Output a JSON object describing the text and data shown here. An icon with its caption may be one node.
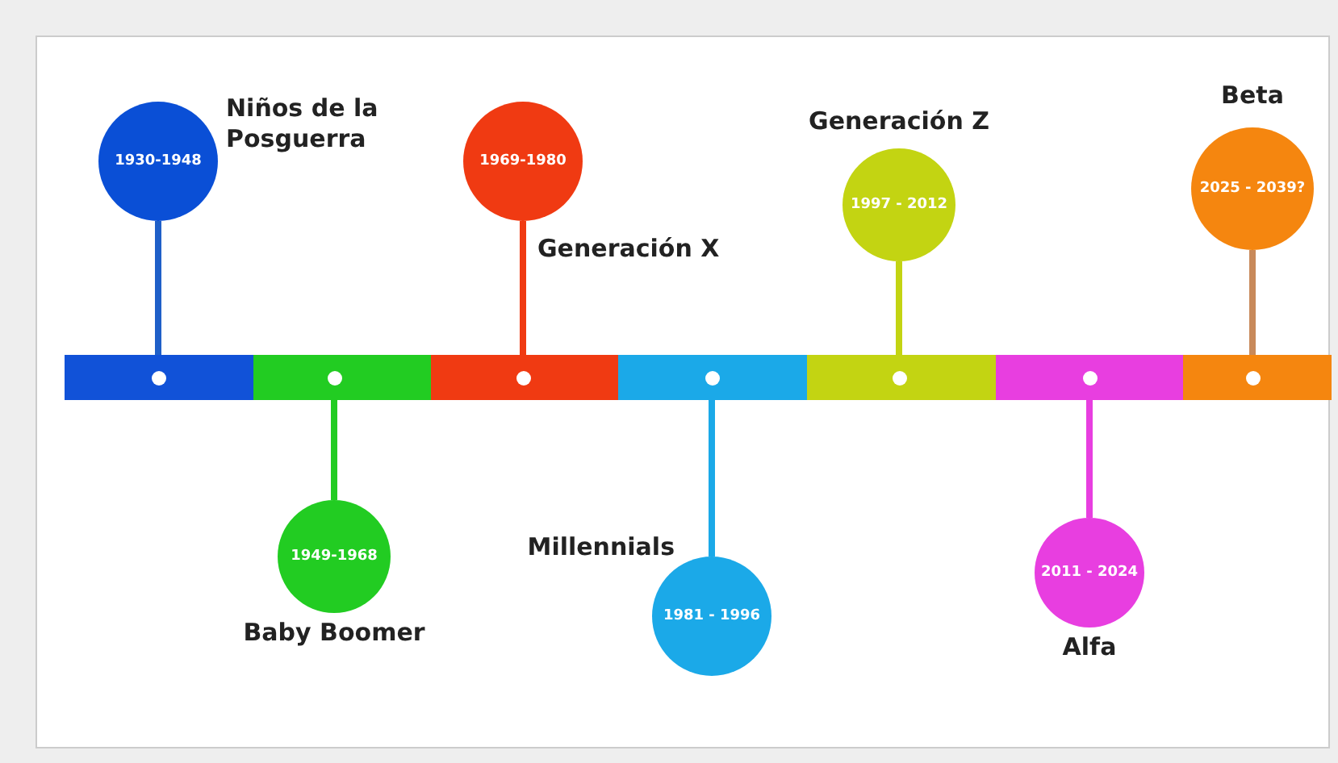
{
  "diagram": {
    "nodes": [
      {
        "text": [
          "1930-1948"
        ],
        "beside": [
          "Niños de la Posguerra"
        ]
      },
      {
        "text": [
          "1949-1968"
        ],
        "beside": [
          "Baby Boomer"
        ]
      },
      {
        "text": [
          "1969-1980"
        ],
        "beside": [
          "Generación X"
        ]
      },
      {
        "text": [
          "1981 - 1996"
        ],
        "beside": [
          "Millennials"
        ]
      },
      {
        "text": [
          "1997 - 2012"
        ],
        "beside": [
          "Generación Z"
        ]
      },
      {
        "text": [
          "2011 - 2024"
        ],
        "beside": [
          "Alfa"
        ]
      },
      {
        "text": [
          "2025 - 2039?"
        ],
        "beside": [
          "Beta"
        ]
      },
      {
        "text": [],
        "shape": "bar"
      },
      {
        "text": [],
        "shape": "bar"
      },
      {
        "text": [],
        "shape": "bar"
      },
      {
        "text": [],
        "shape": "bar"
      },
      {
        "text": [],
        "shape": "bar"
      },
      {
        "text": [],
        "shape": "bar"
      },
      {
        "text": [],
        "shape": "bar"
      }
    ],
    "edges": [
      {
        "from": 7,
        "to": 0,
        "arrow": "none",
        "color": "#1f5fc8"
      },
      {
        "from": 8,
        "to": 1,
        "arrow": "none",
        "color": "#22cc22"
      },
      {
        "from": 9,
        "to": 2,
        "arrow": "none",
        "color": "#f03a12"
      },
      {
        "from": 10,
        "to": 3,
        "arrow": "none",
        "color": "#1ba9e8"
      },
      {
        "from": 11,
        "to": 4,
        "arrow": "none",
        "color": "#c3d412"
      },
      {
        "from": 12,
        "to": 5,
        "arrow": "none",
        "color": "#e83ee0"
      },
      {
        "from": 13,
        "to": 6,
        "arrow": "none",
        "color": "#c8895a"
      }
    ]
  }
}
